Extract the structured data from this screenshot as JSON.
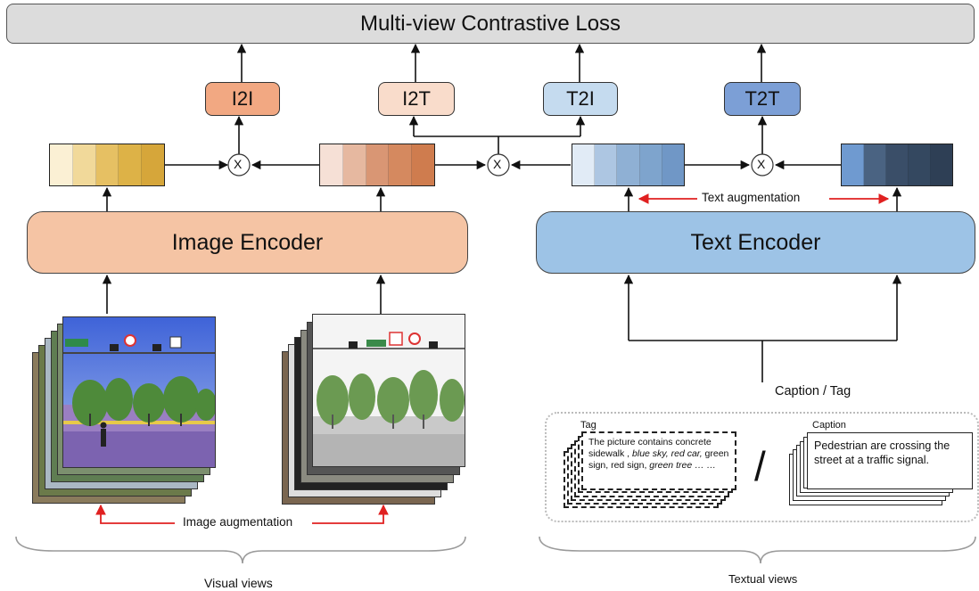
{
  "loss": {
    "label": "Multi-view Contrastive Loss"
  },
  "similarities": {
    "i2i": "I2I",
    "i2t": "I2T",
    "t2i": "T2I",
    "t2t": "T2T"
  },
  "encoders": {
    "image": "Image Encoder",
    "text": "Text Encoder"
  },
  "operators": {
    "multiply": "X"
  },
  "augmentations": {
    "image": "Image augmentation",
    "text": "Text augmentation"
  },
  "input_label": "Caption / Tag",
  "tag_card": {
    "heading": "Tag",
    "text_a": "The picture contains  concrete sidewalk , ",
    "italic_a": "blue sky,  red car,",
    "text_b": " green sign, red sign, ",
    "italic_b": "green tree … …"
  },
  "separator": "/",
  "caption_card": {
    "heading": "Caption",
    "text": "Pedestrian are crossing the street at a traffic signal."
  },
  "view_labels": {
    "visual": "Visual views",
    "textual": "Textual views"
  },
  "colors": {
    "i2i": "#f2a882",
    "i2t": "#f9dccb",
    "t2i": "#c5dbef",
    "t2t": "#7c9fd6",
    "image_encoder": "#f5c4a4",
    "text_encoder": "#9dc3e6",
    "loss": "#dcdcdc",
    "augmentation_arrow": "#e02020",
    "feat_image_a": [
      "#fbf0d4",
      "#f1d99a",
      "#e6c063",
      "#ddb247",
      "#d6a63a"
    ],
    "feat_image_b": [
      "#f6e0d6",
      "#e6b8a0",
      "#d99674",
      "#d5895f",
      "#cf7c4e"
    ],
    "feat_text_a": [
      "#e1ebf6",
      "#adc6e2",
      "#8fb0d4",
      "#7ea4cd",
      "#7097c6"
    ],
    "feat_text_b": [
      "#6f9ad0",
      "#4a6382",
      "#3a4e68",
      "#344860",
      "#2e3f55"
    ]
  }
}
